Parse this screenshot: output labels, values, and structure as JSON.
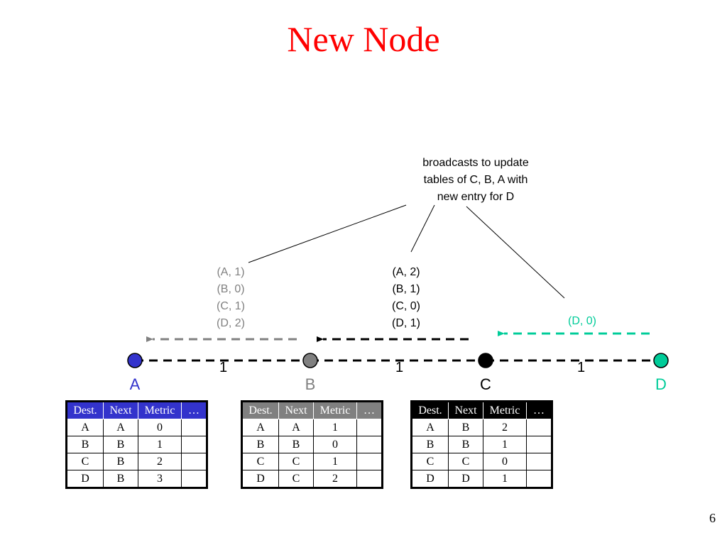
{
  "title": "New Node",
  "caption": [
    "broadcasts to update",
    "tables of C, B, A with",
    "new entry for D"
  ],
  "colors": {
    "title": "#ff0000",
    "node_a": "#3333cc",
    "node_b": "#808080",
    "node_c": "#000000",
    "node_d": "#00cc99"
  },
  "nodes": [
    {
      "id": "A",
      "label": "A"
    },
    {
      "id": "B",
      "label": "B"
    },
    {
      "id": "C",
      "label": "C"
    },
    {
      "id": "D",
      "label": "D"
    }
  ],
  "links": [
    {
      "from": "A",
      "to": "B",
      "cost": "1"
    },
    {
      "from": "B",
      "to": "C",
      "cost": "1"
    },
    {
      "from": "C",
      "to": "D",
      "cost": "1"
    }
  ],
  "messages": {
    "b_to_a": [
      "(A, 1)",
      "(B, 0)",
      "(C, 1)",
      "(D, 2)"
    ],
    "c_to_b": [
      "(A, 2)",
      "(B, 1)",
      "(C, 0)",
      "(D, 1)"
    ],
    "d_to_c": [
      "(D, 0)"
    ]
  },
  "table_header": [
    "Dest.",
    "Next",
    "Metric",
    "…"
  ],
  "tables": {
    "A": [
      [
        "A",
        "A",
        "0",
        ""
      ],
      [
        "B",
        "B",
        "1",
        ""
      ],
      [
        "C",
        "B",
        "2",
        ""
      ],
      [
        "D",
        "B",
        "3",
        ""
      ]
    ],
    "B": [
      [
        "A",
        "A",
        "1",
        ""
      ],
      [
        "B",
        "B",
        "0",
        ""
      ],
      [
        "C",
        "C",
        "1",
        ""
      ],
      [
        "D",
        "C",
        "2",
        ""
      ]
    ],
    "C": [
      [
        "A",
        "B",
        "2",
        ""
      ],
      [
        "B",
        "B",
        "1",
        ""
      ],
      [
        "C",
        "C",
        "0",
        ""
      ],
      [
        "D",
        "D",
        "1",
        ""
      ]
    ]
  },
  "page_number": "6"
}
